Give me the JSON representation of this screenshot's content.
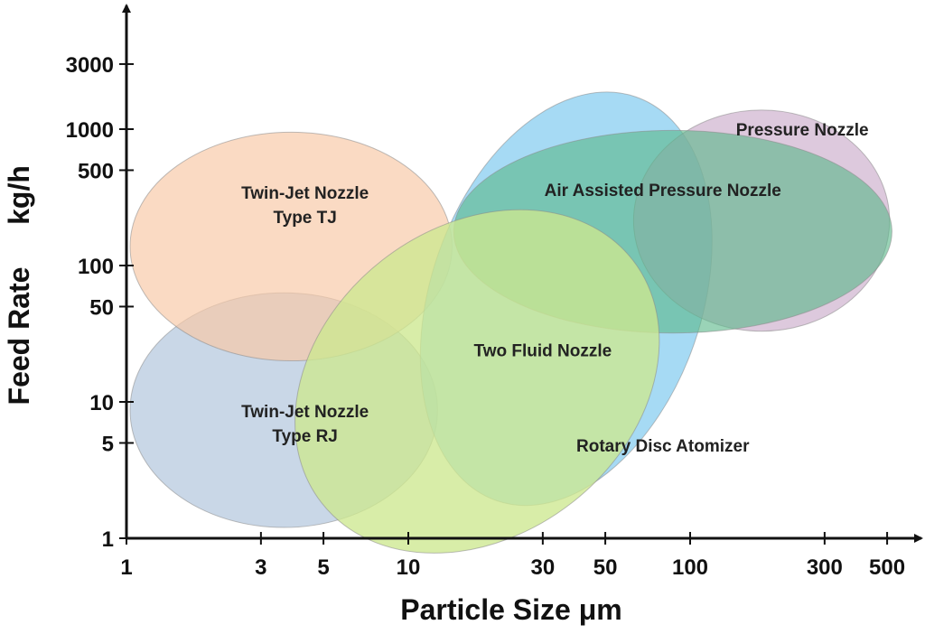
{
  "chart_data": {
    "type": "area",
    "xlabel": "Particle Size μm",
    "ylabel": "Feed Rate",
    "ylabel_unit": "kg/h",
    "x_scale": "log",
    "y_scale": "log",
    "xlim": [
      1,
      600
    ],
    "ylim": [
      1,
      5000
    ],
    "x_ticks": [
      {
        "value": 1,
        "label": "1"
      },
      {
        "value": 3,
        "label": "3"
      },
      {
        "value": 5,
        "label": "5"
      },
      {
        "value": 10,
        "label": "10"
      },
      {
        "value": 30,
        "label": "30"
      },
      {
        "value": 50,
        "label": "50"
      },
      {
        "value": 100,
        "label": "100"
      },
      {
        "value": 300,
        "label": "300"
      },
      {
        "value": 500,
        "label": "500"
      }
    ],
    "y_ticks": [
      {
        "value": 1,
        "label": "1"
      },
      {
        "value": 5,
        "label": "5"
      },
      {
        "value": 10,
        "label": "10"
      },
      {
        "value": 50,
        "label": "50"
      },
      {
        "value": 100,
        "label": "100"
      },
      {
        "value": 500,
        "label": "500"
      },
      {
        "value": 1000,
        "label": "1000"
      },
      {
        "value": 3000,
        "label": "3000"
      }
    ],
    "regions": [
      {
        "name": "Twin-Jet Nozzle Type RJ",
        "lines": [
          "Twin-Jet Nozzle",
          "Type RJ"
        ],
        "x_range": [
          1.03,
          12.7
        ],
        "y_range": [
          1.2,
          63
        ],
        "color": "#b4c7de",
        "opacity": 0.72,
        "label_at": {
          "x": 4.3,
          "y": 7
        }
      },
      {
        "name": "Twin-Jet Nozzle Type TJ",
        "lines": [
          "Twin-Jet Nozzle",
          "Type TJ"
        ],
        "x_range": [
          1.03,
          14.3
        ],
        "y_range": [
          20,
          950
        ],
        "color": "#f7c9a6",
        "opacity": 0.68,
        "label_at": {
          "x": 4.3,
          "y": 280
        }
      },
      {
        "name": "Rotary Disc Atomizer",
        "lines": [
          "Rotary Disc Atomizer"
        ],
        "x_range": [
          12,
          110
        ],
        "y_range": [
          1.55,
          2100
        ],
        "rotation_deg": 19,
        "color": "#6fc4ee",
        "opacity": 0.62,
        "label_at": {
          "x": 80,
          "y": 4.8
        }
      },
      {
        "name": "Pressure Nozzle",
        "lines": [
          "Pressure Nozzle"
        ],
        "x_range": [
          63,
          510
        ],
        "y_range": [
          33,
          1380
        ],
        "color": "#c4a2c4",
        "opacity": 0.58,
        "label_at": {
          "x": 250,
          "y": 1000
        }
      },
      {
        "name": "Air Assisted Pressure Nozzle",
        "lines": [
          "Air Assisted Pressure Nozzle"
        ],
        "x_range": [
          14.5,
          520
        ],
        "y_range": [
          32,
          980
        ],
        "color": "#5cb88a",
        "opacity": 0.62,
        "label_at": {
          "x": 80,
          "y": 360
        }
      },
      {
        "name": "Two Fluid Nozzle",
        "lines": [
          "Two Fluid Nozzle"
        ],
        "x_range": [
          3.5,
          88
        ],
        "y_range": [
          1.05,
          190
        ],
        "rotation_deg": -38,
        "color": "#cde890",
        "opacity": 0.78,
        "label_at": {
          "x": 30,
          "y": 24
        }
      }
    ]
  }
}
